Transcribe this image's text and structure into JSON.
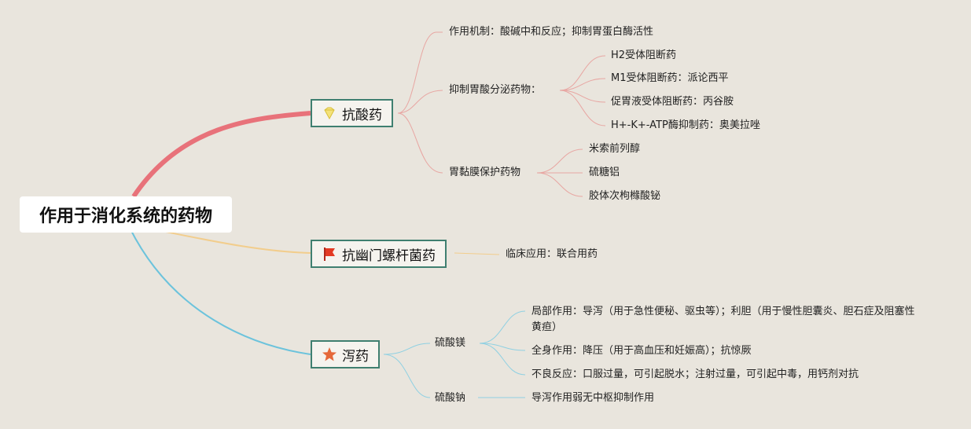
{
  "root": {
    "label": "作用于消化系统的药物"
  },
  "branches": [
    {
      "label": "抗酸药",
      "icon": "diamond-icon",
      "color": "#e8727a",
      "children": [
        {
          "label": "作用机制：酸碱中和反应；抑制胃蛋白酶活性"
        },
        {
          "label": "抑制胃酸分泌药物：",
          "children": [
            {
              "label": "H2受体阻断药"
            },
            {
              "label": "M1受体阻断药：派论西平"
            },
            {
              "label": "促胃液受体阻断药：丙谷胺"
            },
            {
              "label_main": "H+-K+-ATP酶抑制药：奥美拉唑"
            }
          ]
        },
        {
          "label": "胃黏膜保护药物",
          "children": [
            {
              "label": "米索前列醇"
            },
            {
              "label": "硫糖铝"
            },
            {
              "label": "胶体次枸橼酸铋"
            }
          ]
        }
      ]
    },
    {
      "label": "抗幽门螺杆菌药",
      "icon": "red-flag-icon",
      "color": "#f2cd8c",
      "children": [
        {
          "label": "临床应用：联合用药"
        }
      ]
    },
    {
      "label": "泻药",
      "icon": "star-icon",
      "color": "#6cc3dc",
      "children": [
        {
          "label": "硫酸镁",
          "children": [
            {
              "label": "局部作用：导泻（用于急性便秘、驱虫等）；利胆（用于慢性胆囊炎、胆石症及阻塞性黄疸）"
            },
            {
              "label": "全身作用：降压（用于高血压和妊娠高）；抗惊厥"
            },
            {
              "label": "不良反应：口服过量，可引起脱水；注射过量，可引起中毒，用钙剂对抗"
            }
          ]
        },
        {
          "label": "硫酸钠",
          "children": [
            {
              "label": "导泻作用弱无中枢抑制作用"
            }
          ]
        }
      ]
    }
  ]
}
